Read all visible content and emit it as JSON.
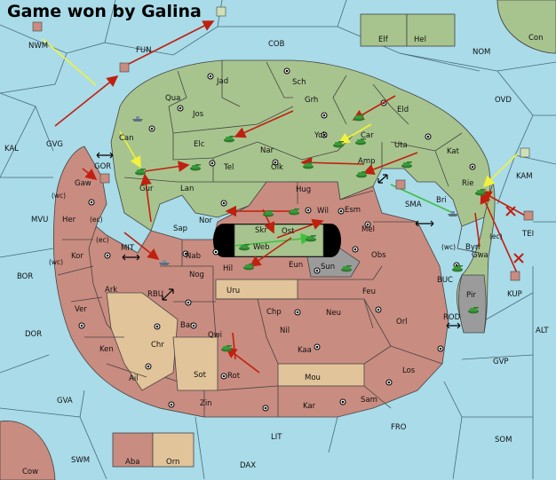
{
  "title": "Game won by Galina",
  "colors": {
    "sea": "#a9dbe9",
    "green_power": "#a8c48e",
    "red_power": "#c98c80",
    "neutral": "#e2c49a",
    "impassable": "#9b9b9b",
    "move_arrow_red": "#c0200f",
    "move_arrow_yellow": "#f2f23a",
    "support_arrow_green": "#3fbf3f"
  },
  "provinces": {
    "NWM": "NWM",
    "FUN": "FUN",
    "COB": "COB",
    "NOM": "NOM",
    "Con": "Con",
    "Elf": "Elf",
    "Hel": "Hel",
    "OVD": "OVD",
    "KAL": "KAL",
    "GVG": "GVG",
    "Jad": "Jad",
    "Sch": "Sch",
    "Qua": "Qua",
    "Jos": "Jos",
    "Grh": "Grh",
    "Eld": "Eld",
    "Can": "Can",
    "Yok": "Yok",
    "Car": "Car",
    "Elc": "Elc",
    "Nar": "Nar",
    "Uta": "Uta",
    "Kat": "Kat",
    "GOR": "GOR",
    "Tel": "Tel",
    "Olk": "Olk",
    "Amp": "Amp",
    "KAM": "KAM",
    "Gaw": "Gaw",
    "Gur": "Gur",
    "Lan": "Lan",
    "Hug": "Hug",
    "SMA": "SMA",
    "Rie": "Rie",
    "MVU": "MVU",
    "Her": "Her",
    "Nor": "Nor",
    "Skr": "Skr",
    "Wil": "Wil",
    "Esm": "Esm",
    "Bri": "Bri",
    "TEI": "TEI",
    "Sap": "Sap",
    "Ost": "Ost",
    "Mel": "Mel",
    "Byn": "Byn",
    "Kor": "Kor",
    "MIT": "MIT",
    "Web": "Web",
    "BOR": "BOR",
    "Nab": "Nab",
    "Eun": "Eun",
    "Obs": "Obs",
    "Gwa": "Gwa",
    "Hil": "Hil",
    "Sun": "Sun",
    "Nog": "Nog",
    "BUC": "BUC",
    "KUP": "KUP",
    "Ark": "Ark",
    "RBU": "RBU",
    "Uru": "Uru",
    "Feu": "Feu",
    "Pir": "Pir",
    "Ver": "Ver",
    "Chp": "Chp",
    "Neu": "Neu",
    "DOR": "DOR",
    "Bar": "Bar",
    "Qwi": "Qwi",
    "Nil": "Nil",
    "Orl": "Orl",
    "ROD": "ROD",
    "ALT": "ALT",
    "Chr": "Chr",
    "Ken": "Ken",
    "Kaa": "Kaa",
    "Sot": "Sot",
    "Rot": "Rot",
    "GVP": "GVP",
    "Ail": "Ail",
    "Mou": "Mou",
    "Los": "Los",
    "GVA": "GVA",
    "Zin": "Zin",
    "Kar": "Kar",
    "Sam": "Sam",
    "FRO": "FRO",
    "LIT": "LIT",
    "SOM": "SOM",
    "SWM": "SWM",
    "Aba": "Aba",
    "Orn": "Orn",
    "DAX": "DAX",
    "Cow": "Cow"
  },
  "coast_notes": {
    "wc": "(wc)",
    "ec": "(ec)"
  }
}
